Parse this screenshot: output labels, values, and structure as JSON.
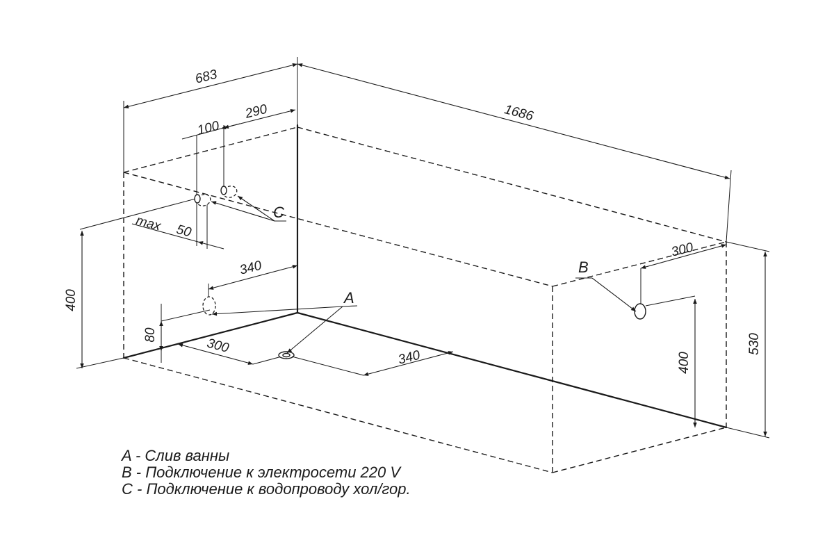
{
  "dimensions": {
    "width_total": "683",
    "length": "1686",
    "c_offset_290": "290",
    "c_spacing_100": "100",
    "c_max": "max",
    "c_max_50": "50",
    "depth_340_upper": "340",
    "height_400_left": "400",
    "drain_80": "80",
    "drain_300": "300",
    "drain_340": "340",
    "b_300": "300",
    "b_height_400": "400",
    "height_530": "530"
  },
  "labels": {
    "a": "A",
    "b": "B",
    "c": "C"
  },
  "legend": [
    "A - Слив ванны",
    "B - Подключение к электросети 220 V",
    "C - Подключение к водопроводу хол/гор."
  ]
}
